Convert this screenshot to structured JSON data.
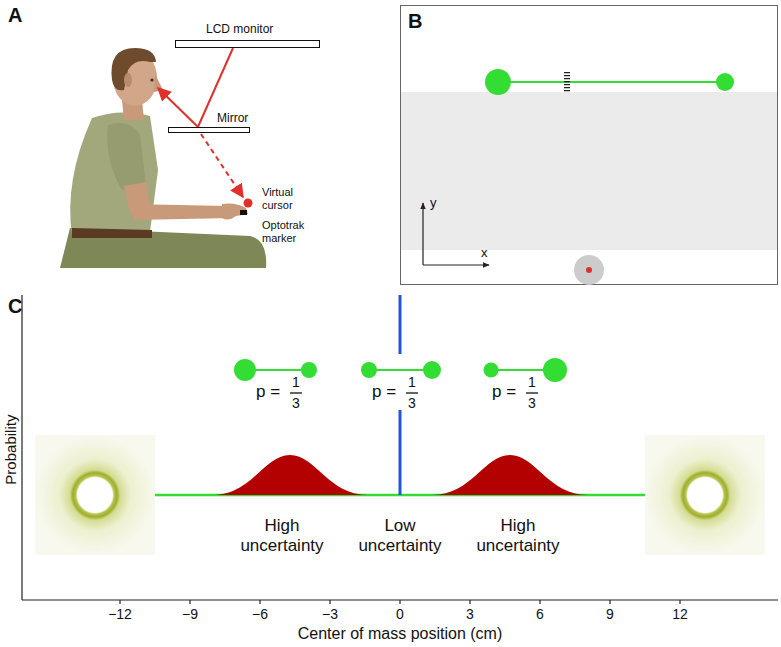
{
  "diagram": {
    "nodes": [
      {
        "text": [
          "LCD monitor"
        ]
      },
      {
        "text": [
          "Mirror"
        ]
      }
    ],
    "edges": [
      {
        "from": 0,
        "to": 1,
        "arrow": "none"
      }
    ],
    "labels": [
      "A",
      "Virtual cursor",
      "Optotrak marker",
      "B",
      "y",
      "x",
      "C",
      "p =",
      "1",
      "3",
      "p =",
      "1",
      "3",
      "p =",
      "1",
      "3",
      "Probability",
      "High uncertainty",
      "Low uncertainty",
      "High uncertainty",
      "−12",
      "−9",
      "−6",
      "−3",
      "0",
      "3",
      "6",
      "9",
      "12",
      "Center of mass position (cm)"
    ]
  }
}
